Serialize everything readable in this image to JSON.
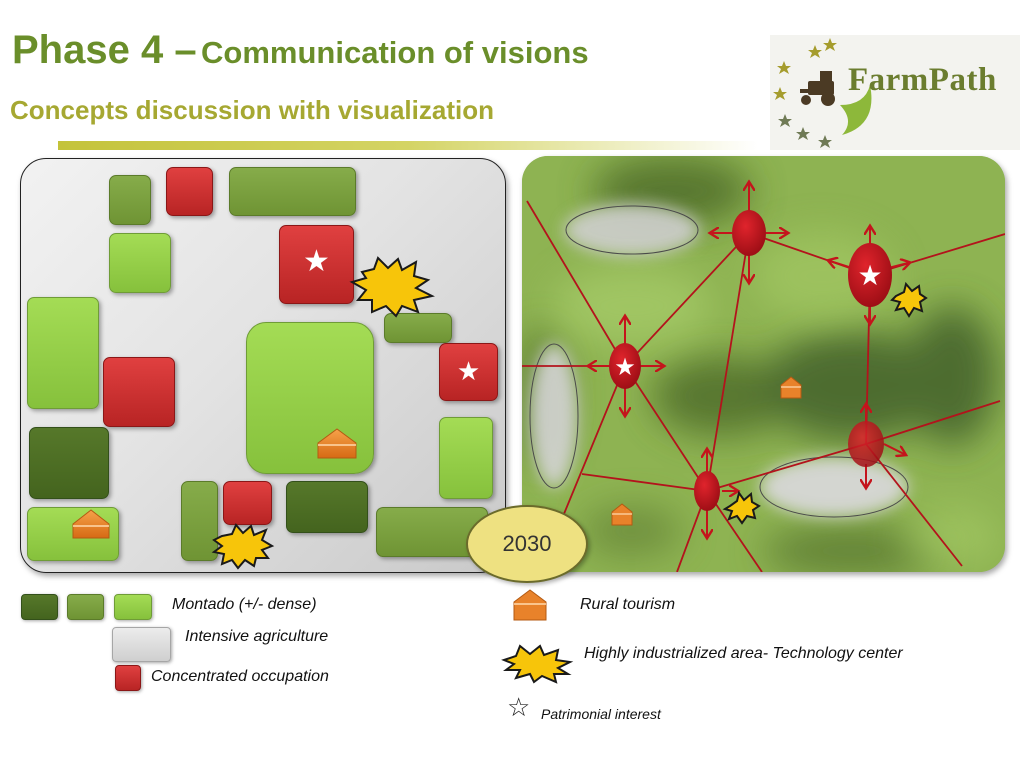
{
  "header": {
    "title_main": "Phase  4 –",
    "title_rest": "Communication of visions",
    "subtitle": "Concepts discussion with  visualization"
  },
  "logo": {
    "text": "FarmPath",
    "icon": "tractor-icon"
  },
  "year_badge": "2030",
  "legend": {
    "montado": "Montado  (+/- dense)",
    "intensive": "Intensive agriculture",
    "concentrated": "Concentrated occupation",
    "rural_tourism": "Rural tourism",
    "industrial": "Highly industrialized area- Technology center",
    "patrimonial": "Patrimonial interest"
  },
  "colors": {
    "title": "#6a8e2a",
    "subtitle": "#a6a832",
    "montado_light": "#98d04a",
    "montado_medium": "#7ea044",
    "montado_dense": "#4b6d24",
    "concentrated": "#c62c2c",
    "intensive": "#d8d8d8",
    "tourism": "#e8822a",
    "industrial": "#f5c400",
    "network": "#b3131c"
  }
}
